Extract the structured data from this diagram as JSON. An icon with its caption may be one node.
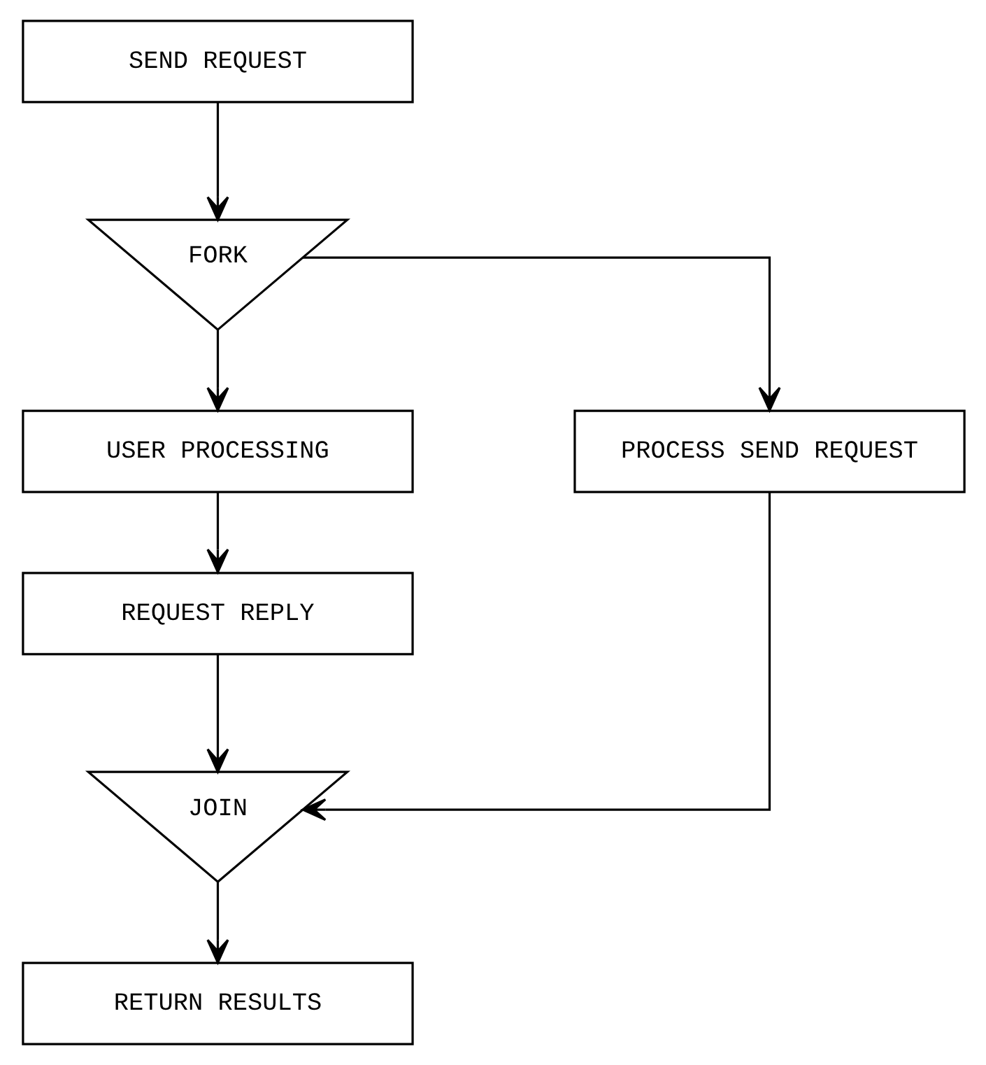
{
  "diagram": {
    "nodes": [
      {
        "text": [
          "SEND REQUEST"
        ]
      },
      {
        "text": [
          "FORK"
        ]
      },
      {
        "text": [
          "USER PROCESSING"
        ]
      },
      {
        "text": [
          "PROCESS SEND REQUEST"
        ]
      },
      {
        "text": [
          "REQUEST REPLY"
        ]
      },
      {
        "text": [
          "JOIN"
        ]
      },
      {
        "text": [
          "RETURN RESULTS"
        ]
      }
    ],
    "edges": [
      {
        "from": 0,
        "to": 1,
        "arrow": "to"
      },
      {
        "from": 1,
        "to": 2,
        "arrow": "to"
      },
      {
        "from": 1,
        "to": 3,
        "arrow": "to"
      },
      {
        "from": 2,
        "to": 4,
        "arrow": "to"
      },
      {
        "from": 4,
        "to": 5,
        "arrow": "to"
      },
      {
        "from": 3,
        "to": 5,
        "arrow": "to"
      },
      {
        "from": 5,
        "to": 6,
        "arrow": "to"
      }
    ]
  }
}
